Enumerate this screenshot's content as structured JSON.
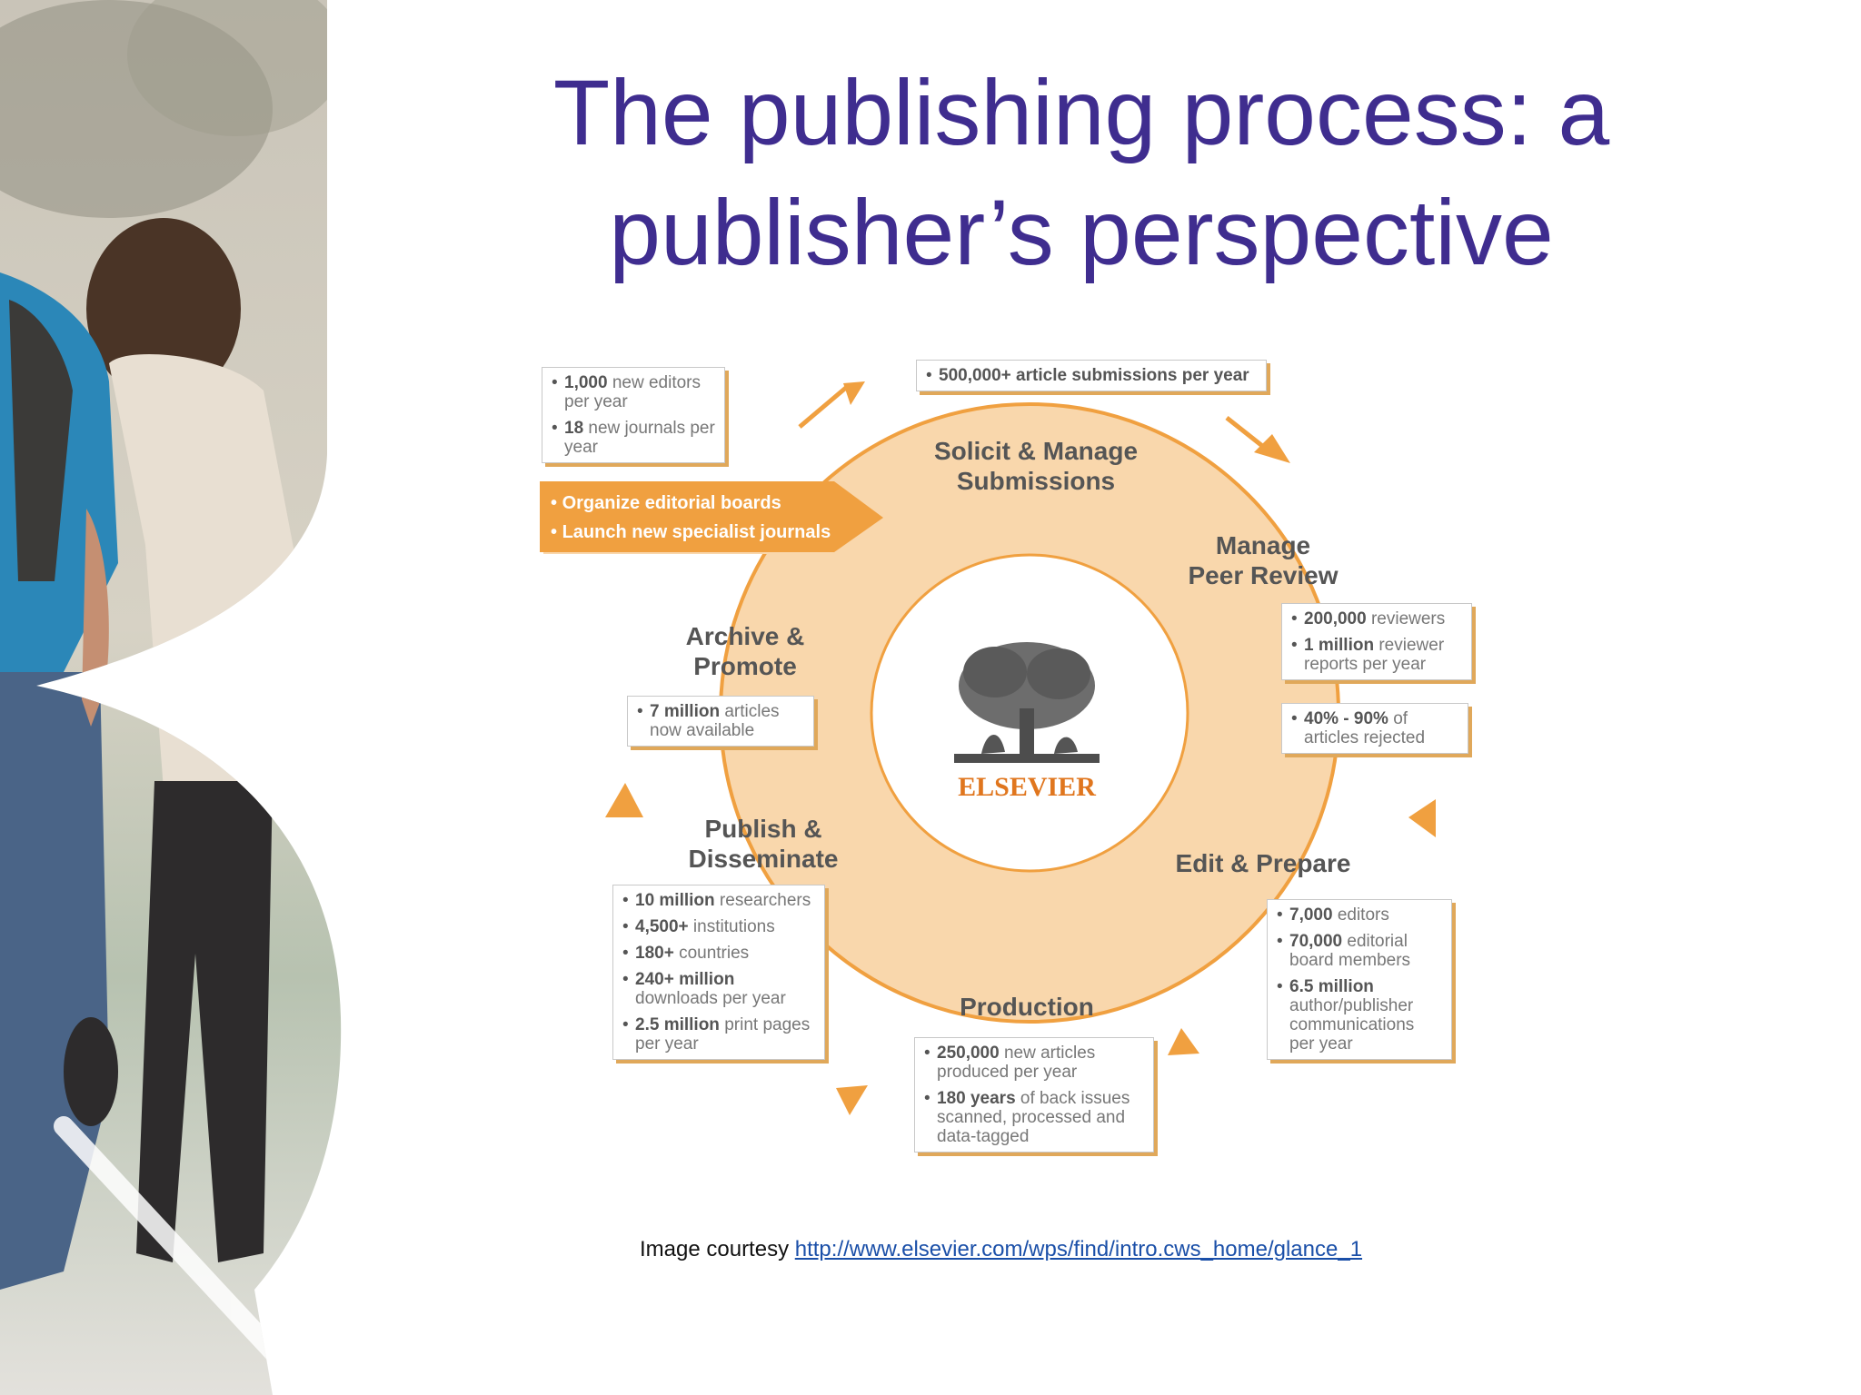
{
  "title": {
    "line1": "The publishing process: a",
    "line2": "publisher’s perspective"
  },
  "colors": {
    "title": "#3f2d8f",
    "ring": "#f9d7ac",
    "accent": "#f0a040",
    "link": "#1a4fa8"
  },
  "logo": {
    "name": "ELSEVIER",
    "icon": "tree-of-knowledge-icon"
  },
  "stages": {
    "solicit": "Solicit & Manage\nSubmissions",
    "peer_review": "Manage\nPeer Review",
    "edit": "Edit & Prepare",
    "production": "Production",
    "publish": "Publish &\nDisseminate",
    "archive": "Archive &\nPromote"
  },
  "banner": {
    "items": [
      "Organize editorial boards",
      "Launch new specialist journals"
    ]
  },
  "boxes": {
    "editors": [
      {
        "bold": "1,000",
        "rest": " new editors per year"
      },
      {
        "bold": "18",
        "rest": " new journals per year"
      }
    ],
    "submissions": [
      {
        "bold": "500,000+ article submissions per year",
        "rest": ""
      }
    ],
    "reviewers": [
      {
        "bold": "200,000",
        "rest": " reviewers"
      },
      {
        "bold": "1 million",
        "rest": " reviewer reports per year"
      }
    ],
    "rejected": [
      {
        "bold": "40% - 90%",
        "rest": " of articles rejected"
      }
    ],
    "edit_stats": [
      {
        "bold": "7,000",
        "rest": " editors"
      },
      {
        "bold": "70,000",
        "rest": " editorial board members"
      },
      {
        "bold": "6.5 million",
        "rest": " author/publisher communications per year"
      }
    ],
    "production_stats": [
      {
        "bold": "250,000",
        "rest": " new articles produced per year"
      },
      {
        "bold": "180 years",
        "rest": " of back issues scanned, processed and data-tagged"
      }
    ],
    "publish_stats": [
      {
        "bold": "10 million",
        "rest": " researchers"
      },
      {
        "bold": "4,500+",
        "rest": " institutions"
      },
      {
        "bold": "180+",
        "rest": " countries"
      },
      {
        "bold": "240+ million",
        "rest": " downloads per year"
      },
      {
        "bold": "2.5 million",
        "rest": " print pages per year"
      }
    ],
    "archive_stats": [
      {
        "bold": "7 million",
        "rest": " articles now available"
      }
    ]
  },
  "footer": {
    "prefix": "Image courtesy ",
    "link_text": "http://www.elsevier.com/wps/find/intro.cws_home/glance_1"
  }
}
